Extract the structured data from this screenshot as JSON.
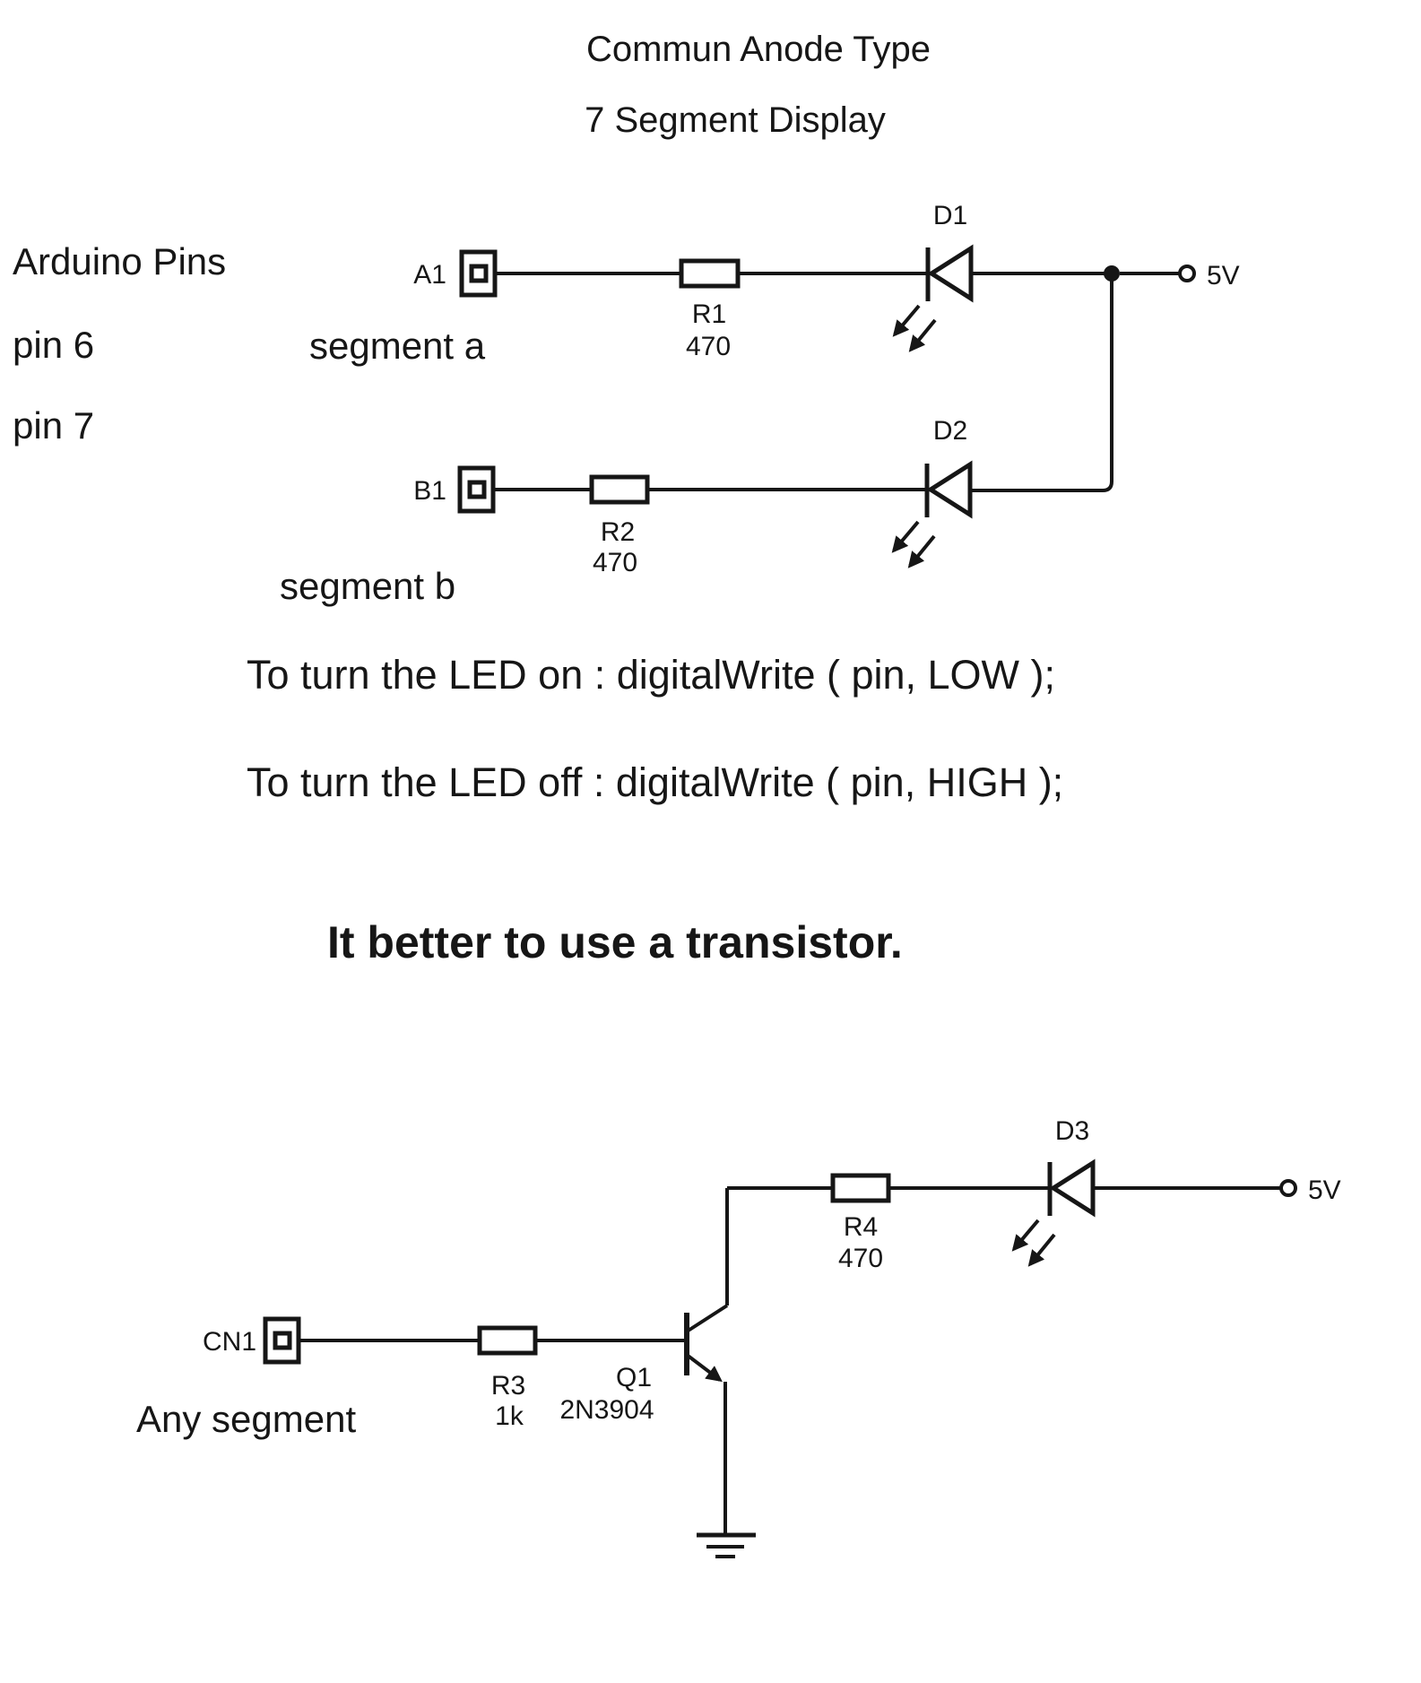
{
  "page": {
    "title_line1": "Commun Anode Type",
    "title_line2": "7 Segment Display"
  },
  "left_labels": {
    "arduino_pins": "Arduino Pins",
    "pin6": "pin 6",
    "pin7": "pin 7"
  },
  "circuit1": {
    "connector_a": "A1",
    "segment_a": "segment a",
    "r1_ref": "R1",
    "r1_value": "470",
    "d1_ref": "D1",
    "supply": "5V",
    "connector_b": "B1",
    "segment_b": "segment b",
    "r2_ref": "R2",
    "r2_value": "470",
    "d2_ref": "D2"
  },
  "notes": {
    "led_on": "To turn the LED on : digitalWrite ( pin, LOW );",
    "led_off": "To turn the LED off : digitalWrite ( pin, HIGH );",
    "heading": "It better to use a transistor."
  },
  "circuit2": {
    "connector": "CN1",
    "any_segment": "Any segment",
    "r3_ref": "R3",
    "r3_value": "1k",
    "q1_ref": "Q1",
    "q1_part": "2N3904",
    "r4_ref": "R4",
    "r4_value": "470",
    "d3_ref": "D3",
    "supply": "5V"
  },
  "colors": {
    "ink": "#161616",
    "paper": "#ffffff"
  }
}
